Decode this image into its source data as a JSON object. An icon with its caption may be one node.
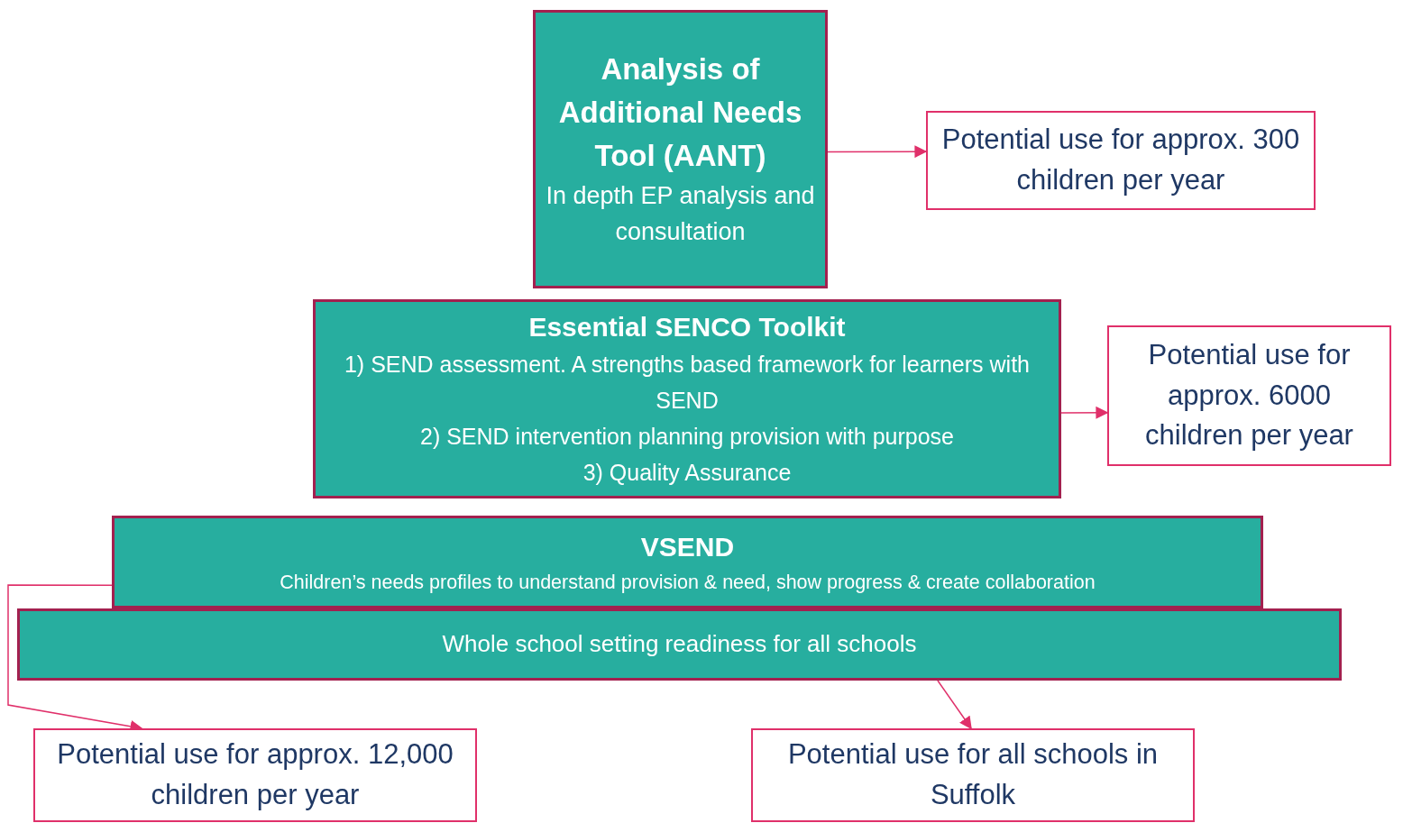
{
  "diagram": {
    "nodes": [
      {
        "text": [
          "Analysis of Additional Needs Tool (AANT)",
          "In depth EP analysis and consultation"
        ]
      },
      {
        "text": [
          "Potential use for approx. 300 children per year"
        ]
      },
      {
        "text": [
          "Essential SENCO Toolkit",
          "1) SEND assessment. A strengths based framework for learners with SEND",
          "2) SEND intervention planning provision with purpose",
          "3) Quality Assurance"
        ]
      },
      {
        "text": [
          "Potential use for approx. 6000 children per year"
        ]
      },
      {
        "text": [
          "VSEND",
          "Children’s needs profiles to understand provision & need, show progress & create collaboration"
        ]
      },
      {
        "text": [
          "Whole school setting readiness for all schools"
        ]
      },
      {
        "text": [
          "Potential use for approx. 12,000 children per year"
        ]
      },
      {
        "text": [
          "Potential use for all schools in Suffolk"
        ]
      }
    ],
    "edges": [
      {
        "from": 0,
        "to": 1,
        "arrow": "to"
      },
      {
        "from": 2,
        "to": 3,
        "arrow": "to"
      },
      {
        "from": 4,
        "to": 6,
        "arrow": "to"
      },
      {
        "from": 5,
        "to": 7,
        "arrow": "to"
      }
    ]
  }
}
